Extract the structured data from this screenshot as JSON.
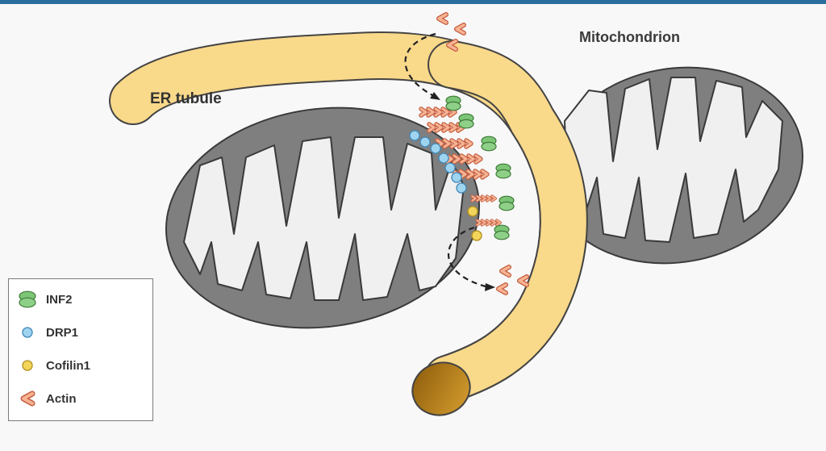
{
  "labels": {
    "er_tubule": "ER tubule",
    "mitochondrion": "Mitochondrion"
  },
  "legend": {
    "items": [
      {
        "label": "INF2",
        "icon": "inf2-icon",
        "color": "#7cc576"
      },
      {
        "label": "DRP1",
        "icon": "drp1-icon",
        "color": "#9fd4f0"
      },
      {
        "label": "Cofilin1",
        "icon": "cofilin1-icon",
        "color": "#f3d55b"
      },
      {
        "label": "Actin",
        "icon": "actin-icon",
        "color": "#f3a283"
      }
    ]
  },
  "colors": {
    "er": "#f9d98a",
    "er_outline": "#444444",
    "er_lumen": "#b88214",
    "mito_outer": "#7f7f7f",
    "mito_inner": "#f0f0f0",
    "inf2": "#7cc576",
    "drp1": "#9fd4f0",
    "cofilin1": "#f3d55b",
    "actin": "#f3a283",
    "accent_bar": "#2a6e9e"
  }
}
